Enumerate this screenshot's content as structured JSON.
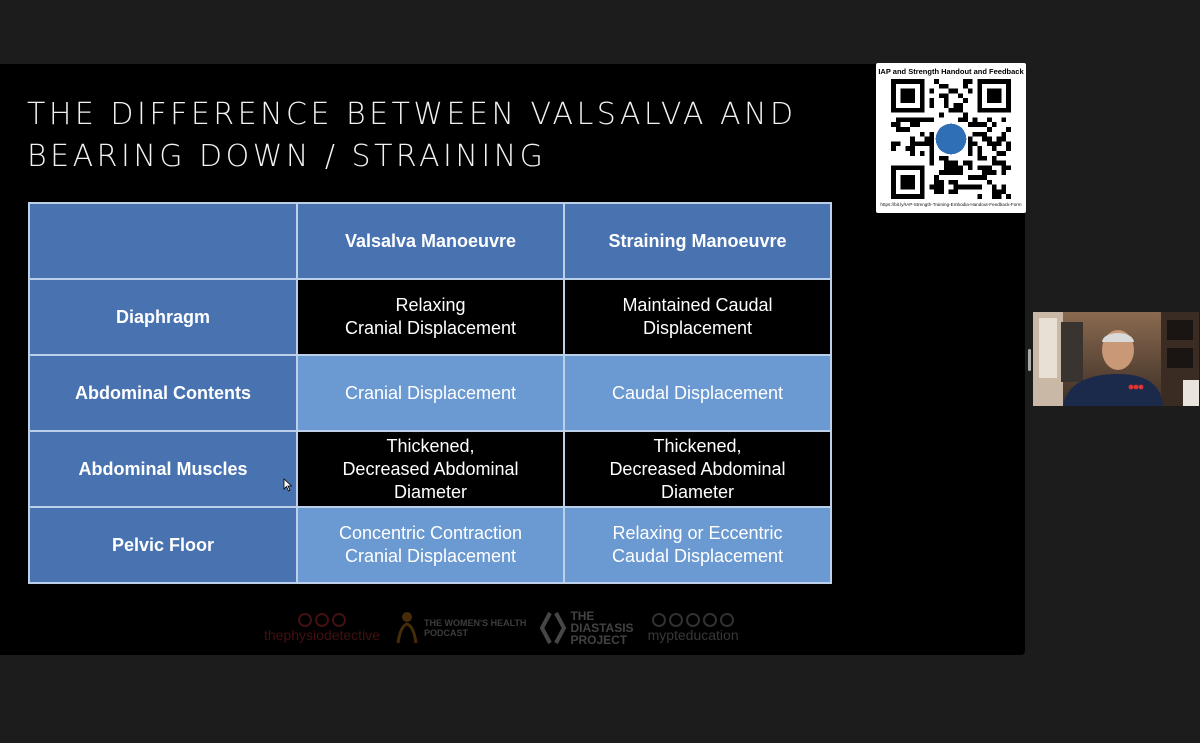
{
  "slide": {
    "title_line1": "THE DIFFERENCE BETWEEN VALSALVA AND",
    "title_line2": "BEARING DOWN / STRAINING",
    "table": {
      "columns": [
        "",
        "Valsalva Manoeuvre",
        "Straining Manoeuvre"
      ],
      "rows": [
        {
          "label": "Diaphragm",
          "valsalva": "Relaxing\nCranial Displacement",
          "straining": "Maintained Caudal\nDisplacement",
          "style": "dark"
        },
        {
          "label": "Abdominal Contents",
          "valsalva": "Cranial Displacement",
          "straining": "Caudal Displacement",
          "style": "light"
        },
        {
          "label": "Abdominal Muscles",
          "valsalva": "Thickened,\nDecreased Abdominal\nDiameter",
          "straining": "Thickened,\nDecreased Abdominal\nDiameter",
          "style": "dark"
        },
        {
          "label": "Pelvic Floor",
          "valsalva": "Concentric Contraction\nCranial Displacement",
          "straining": "Relaxing or Eccentric\nCaudal Displacement",
          "style": "light"
        }
      ]
    },
    "logos": {
      "physio_detective": "thephysiodetective",
      "womens_health_line1": "THE WOMEN'S HEALTH",
      "womens_health_line2": "PODCAST",
      "diastasis_line1": "THE",
      "diastasis_line2": "DIASTASIS",
      "diastasis_line3": "PROJECT",
      "mypt": "mypteducation"
    }
  },
  "qr_card": {
    "title": "IAP and Strength Handout and Feedback",
    "url": "https://bit.ly/IAP-Strength-Training-Embodia-Handout-Feedback-Form"
  },
  "colors": {
    "header_blue": "#4873b0",
    "light_blue": "#6b99d2",
    "slide_bg": "#000000",
    "app_bg": "#1c1c1c"
  }
}
